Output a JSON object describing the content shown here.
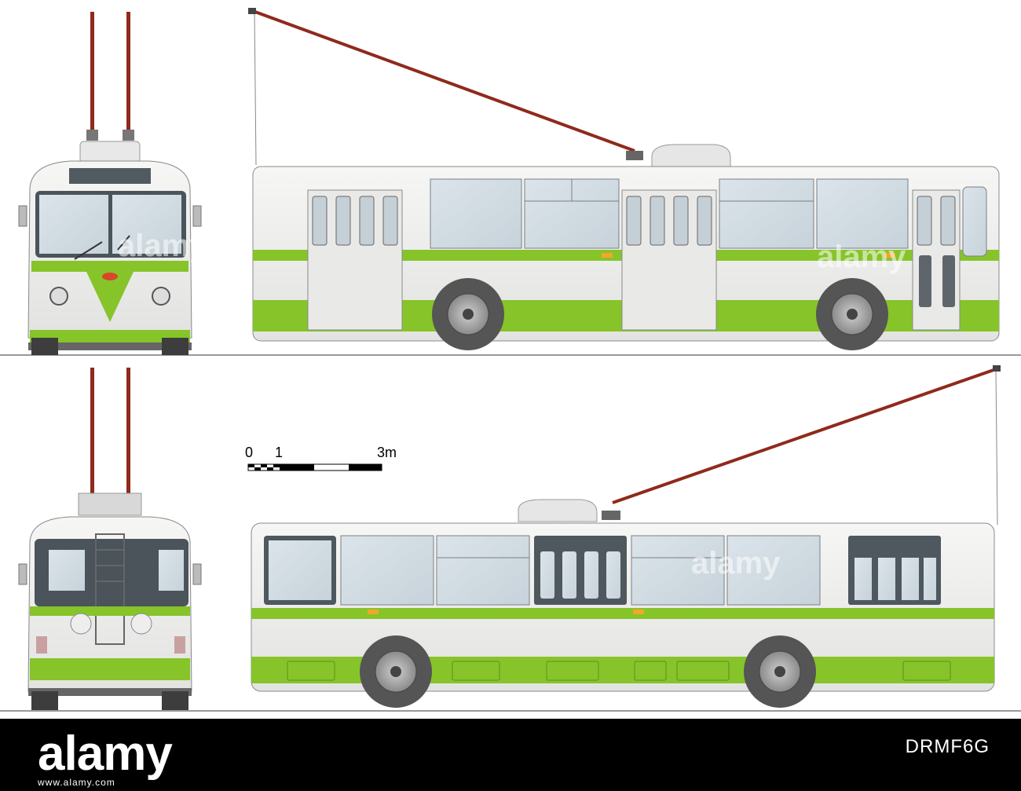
{
  "scale_bar": {
    "label_zero": "0",
    "label_one": "1",
    "label_three": "3m"
  },
  "watermark": {
    "overlay_text": "alamy",
    "logo_text": "alamy",
    "url_text": "www.alamy.com",
    "image_id": "DRMF6G"
  },
  "colors": {
    "body_white": "#ecedeb",
    "green_stripe": "#86c42a",
    "window_glass": "#d3dde4",
    "pole_red": "#8f2a1c",
    "tire": "#555555",
    "ground_line": "#333333"
  }
}
